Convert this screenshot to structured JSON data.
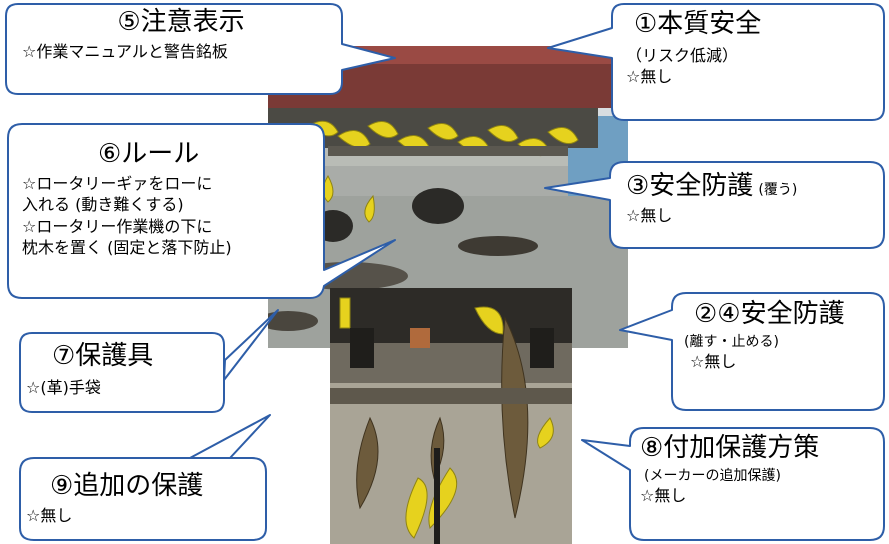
{
  "callouts": {
    "c5": {
      "title": "⑤注意表示",
      "lines": [
        "☆作業マニュアルと警告銘板"
      ]
    },
    "c1": {
      "title": "①本質安全",
      "lines": [
        "（リスク低減）",
        "☆無し"
      ]
    },
    "c6": {
      "title": "⑥ルール",
      "lines": [
        "☆ロータリーギァをローに",
        "入れる (動き難くする)",
        "☆ロータリー作業機の下に",
        "枕木を置く (固定と落下防止)"
      ]
    },
    "c3": {
      "title": "③安全防護",
      "title_suffix": "(覆う)",
      "lines": [
        "☆無し"
      ]
    },
    "c24": {
      "title": "②④安全防護",
      "lines": [
        "(離す・止める)",
        "☆無し"
      ]
    },
    "c7": {
      "title": "⑦保護具",
      "lines": [
        "☆(革)手袋"
      ]
    },
    "c8": {
      "title": "⑧付加保護方策",
      "lines": [
        "(メーカーの追加保護)",
        "☆無し"
      ]
    },
    "c9": {
      "title": "⑨追加の保護",
      "lines": [
        "☆無し"
      ]
    }
  },
  "colors": {
    "callout_border": "#2e5ea8",
    "callout_fill": "#ffffff",
    "blade_yellow": "#e6d21e"
  }
}
